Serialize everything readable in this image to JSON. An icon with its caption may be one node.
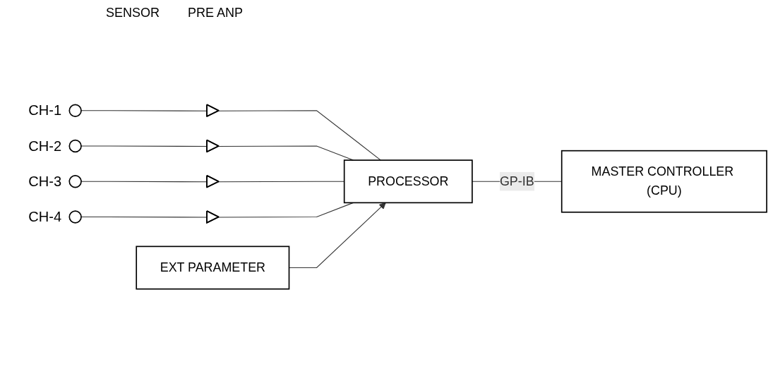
{
  "diagram": {
    "nodes": [
      {
        "text": [],
        "shape": "circle",
        "beside": [
          "CH-1"
        ]
      },
      {
        "text": [],
        "shape": "circle",
        "beside": [
          "CH-2"
        ]
      },
      {
        "text": [],
        "shape": "circle",
        "beside": [
          "CH-3"
        ]
      },
      {
        "text": [],
        "shape": "circle",
        "beside": [
          "CH-4"
        ]
      },
      {
        "text": [],
        "shape": "triangle"
      },
      {
        "text": [],
        "shape": "triangle"
      },
      {
        "text": [],
        "shape": "triangle"
      },
      {
        "text": [],
        "shape": "triangle"
      },
      {
        "text": [
          "PROCESSOR"
        ]
      },
      {
        "text": [
          "MASTER CONTROLLER (CPU)"
        ]
      },
      {
        "text": [
          "EXT PARAMETER"
        ]
      }
    ],
    "edges": [
      {
        "from": 0,
        "to": 4,
        "arrow": "none"
      },
      {
        "from": 1,
        "to": 5,
        "arrow": "none"
      },
      {
        "from": 2,
        "to": 6,
        "arrow": "none"
      },
      {
        "from": 3,
        "to": 7,
        "arrow": "none"
      },
      {
        "from": 4,
        "to": 8,
        "arrow": "none"
      },
      {
        "from": 5,
        "to": 8,
        "arrow": "none"
      },
      {
        "from": 6,
        "to": 8,
        "arrow": "none"
      },
      {
        "from": 7,
        "to": 8,
        "arrow": "none"
      },
      {
        "from": 8,
        "to": 9,
        "label": "GP-IB",
        "arrow": "none"
      },
      {
        "from": 10,
        "to": 8,
        "arrow": "to"
      }
    ],
    "labels": [
      "SENSOR",
      "PRE ANP"
    ]
  }
}
